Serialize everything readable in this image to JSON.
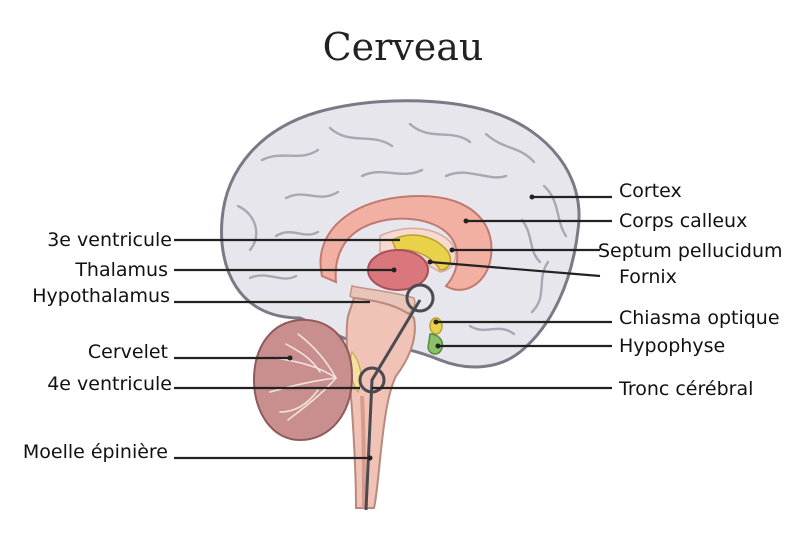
{
  "title": "Cerveau",
  "labels_left": {
    "third_ventricle": "3e ventricule",
    "thalamus": "Thalamus",
    "hypothalamus": "Hypothalamus",
    "cerebellum": "Cervelet",
    "fourth_ventricle": "4e ventricule",
    "spinal_cord": "Moelle épinière"
  },
  "labels_right": {
    "cortex": "Cortex",
    "corpus_callosum": "Corps calleux",
    "septum_pellucidum": "Septum pellucidum",
    "fornix": "Fornix",
    "optic_chiasm": "Chiasma optique",
    "pituitary": "Hypophyse",
    "brainstem": "Tronc cérébral"
  },
  "colors": {
    "cortex": "#e6e6ec",
    "cortex_outline": "#7a7a86",
    "corpus_callosum": "#f2b0a2",
    "thalamus": "#d9777c",
    "fornix": "#e9d24a",
    "brainstem": "#f0c3b6",
    "cerebellum": "#c98e8e",
    "pituitary": "#8cbf6a",
    "leaders": "#222222"
  }
}
